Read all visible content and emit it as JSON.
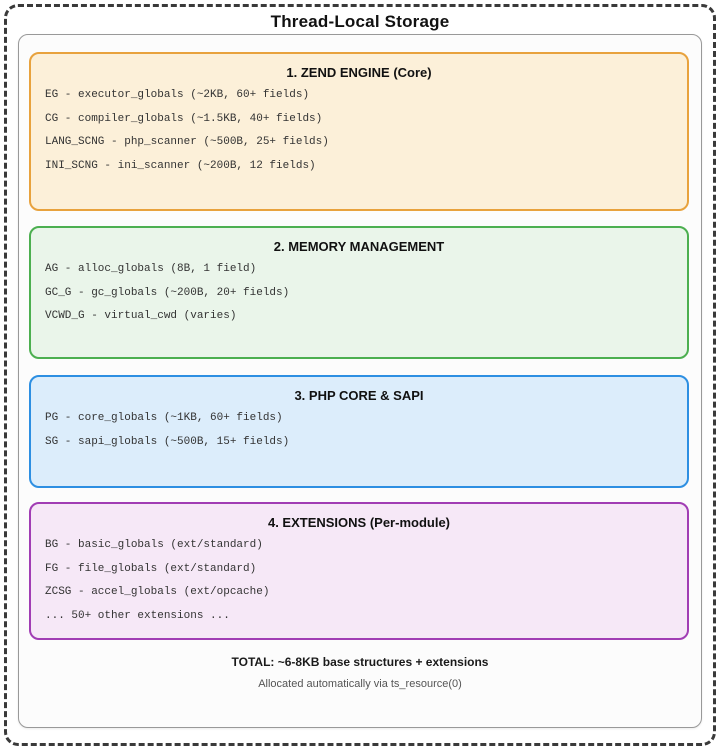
{
  "title": "Thread-Local Storage",
  "colors": {
    "outer_dash_border": "#3a3a3a",
    "inner_panel_border": "#999999",
    "inner_panel_fill": "#fcfcfc",
    "mono_text": "#333333",
    "zend_border": "#e8a23d",
    "zend_fill": "#fcf0d9",
    "memory_border": "#4caf50",
    "memory_fill": "#eaf5ea",
    "php_border": "#2d8fe2",
    "php_fill": "#dcedfb",
    "extensions_border": "#a13db4",
    "extensions_fill": "#f6e8f7"
  },
  "sections": [
    {
      "title": "1. ZEND ENGINE (Core)",
      "items": [
        "EG - executor_globals (~2KB, 60+ fields)",
        "CG - compiler_globals (~1.5KB, 40+ fields)",
        "LANG_SCNG - php_scanner (~500B, 25+ fields)",
        "INI_SCNG - ini_scanner (~200B, 12 fields)"
      ]
    },
    {
      "title": "2. MEMORY MANAGEMENT",
      "items": [
        "AG - alloc_globals (8B, 1 field)",
        "GC_G - gc_globals (~200B, 20+ fields)",
        "VCWD_G - virtual_cwd (varies)"
      ]
    },
    {
      "title": "3. PHP CORE & SAPI",
      "items": [
        "PG - core_globals (~1KB, 60+ fields)",
        "SG - sapi_globals (~500B, 15+ fields)"
      ]
    },
    {
      "title": "4. EXTENSIONS (Per-module)",
      "items": [
        "BG - basic_globals (ext/standard)",
        "FG - file_globals (ext/standard)",
        "ZCSG - accel_globals (ext/opcache)",
        "... 50+ other extensions ..."
      ]
    }
  ],
  "footer": {
    "total": "TOTAL: ~6-8KB base structures + extensions",
    "note": "Allocated automatically via ts_resource(0)"
  }
}
